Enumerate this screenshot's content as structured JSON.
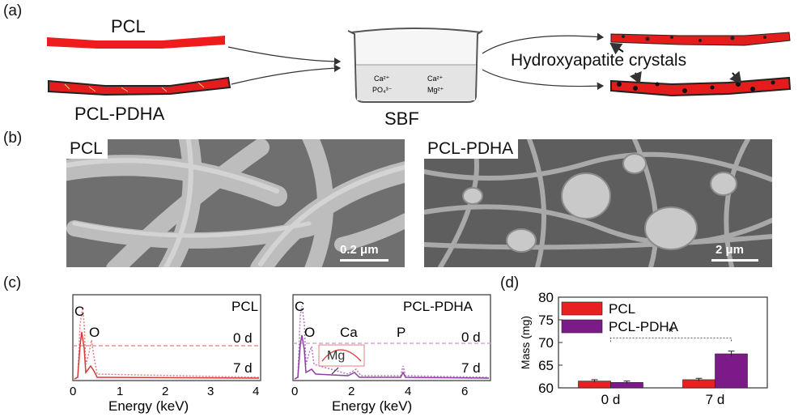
{
  "panel_a": {
    "label": "(a)",
    "pcl_label": "PCL",
    "pcl_pdha_label": "PCL-PDHA",
    "beaker_label": "SBF",
    "ions": {
      "ca_left": "Ca²⁺",
      "po4": "PO₄³⁻",
      "ca_right": "Ca²⁺",
      "mg": "Mg²⁺"
    },
    "crystals_label": "Hydroxyapatite crystals"
  },
  "panel_b": {
    "label": "(b)",
    "left": {
      "title": "PCL",
      "scale": "0.2 μm"
    },
    "right": {
      "title": "PCL-PDHA",
      "scale": "2 μm"
    }
  },
  "panel_c": {
    "label": "(c)",
    "left": {
      "name": "PCL",
      "peaks": [
        "C",
        "O"
      ],
      "day0": "0 d",
      "day7": "7 d",
      "xlabel": "Energy (keV)",
      "xticks": [
        "0",
        "1",
        "2",
        "3",
        "4"
      ]
    },
    "right": {
      "name": "PCL-PDHA",
      "peaks": [
        "C",
        "O",
        "Ca",
        "P"
      ],
      "inset": "Mg",
      "day0": "0 d",
      "day7": "7 d",
      "xlabel": "Energy (keV)",
      "xticks": [
        "0",
        "2",
        "4",
        "6"
      ]
    }
  },
  "panel_d": {
    "label": "(d)"
  },
  "chart_data": {
    "type": "bar",
    "categories": [
      "0 d",
      "7 d"
    ],
    "series": [
      {
        "name": "PCL",
        "color": "#e8201f",
        "values": [
          61.5,
          61.8
        ],
        "errors": [
          0.3,
          0.3
        ]
      },
      {
        "name": "PCL-PDHA",
        "color": "#7d1a8a",
        "values": [
          61.2,
          67.5
        ],
        "errors": [
          0.3,
          0.6
        ]
      }
    ],
    "ylabel": "Mass (mg)",
    "ylim": [
      60,
      80
    ],
    "yticks": [
      "60",
      "65",
      "70",
      "75",
      "80"
    ],
    "annotation": "*",
    "legend": "top-left"
  }
}
